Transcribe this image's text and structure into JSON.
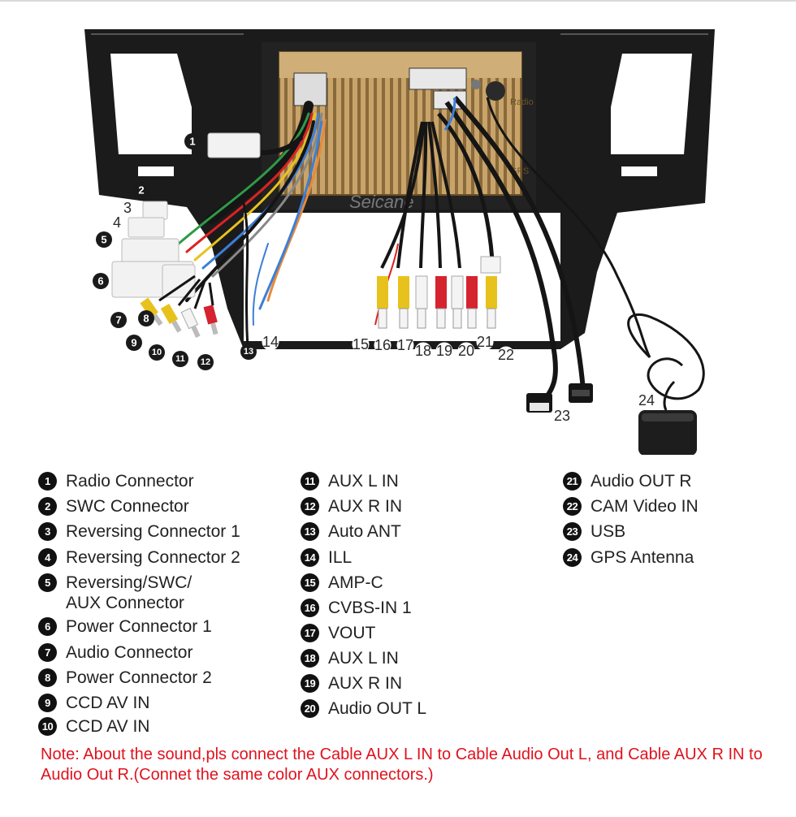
{
  "diagram": {
    "brand_watermark": "Seicane",
    "unit_labels": {
      "radio": "Radio",
      "gps": "GPS"
    },
    "markers": [
      "1",
      "2",
      "3",
      "4",
      "5",
      "6",
      "7",
      "8",
      "9",
      "10",
      "11",
      "12",
      "13",
      "14",
      "15",
      "16",
      "17",
      "18",
      "19",
      "20",
      "21",
      "22",
      "23",
      "24"
    ],
    "colors": {
      "frame": "#1b1b1b",
      "unit_body": "#c9a46a",
      "rca_red": "#d5232f",
      "rca_yellow": "#f2c200",
      "rca_white": "#f4f4f4",
      "wire_orange": "#e88a3a",
      "wire_blue": "#3d7fd6",
      "wire_green": "#2e9a47",
      "wire_red": "#d22",
      "wire_yellow": "#e8c21c",
      "wire_black": "#151515"
    }
  },
  "legend": {
    "col1": [
      {
        "num": "1",
        "label": "Radio Connector"
      },
      {
        "num": "2",
        "label": "SWC Connector"
      },
      {
        "num": "3",
        "label": "Reversing Connector 1"
      },
      {
        "num": "4",
        "label": "Reversing Connector 2"
      },
      {
        "num": "5",
        "label": "Reversing/SWC/\nAUX Connector"
      },
      {
        "num": "6",
        "label": "Power Connector 1"
      },
      {
        "num": "7",
        "label": "Audio Connector"
      },
      {
        "num": "8",
        "label": "Power Connector 2"
      },
      {
        "num": "9",
        "label": "CCD AV IN"
      },
      {
        "num": "10",
        "label": "CCD AV IN"
      }
    ],
    "col2": [
      {
        "num": "11",
        "label": "AUX L IN"
      },
      {
        "num": "12",
        "label": "AUX R IN"
      },
      {
        "num": "13",
        "label": "Auto ANT"
      },
      {
        "num": "14",
        "label": "ILL"
      },
      {
        "num": "15",
        "label": "AMP-C"
      },
      {
        "num": "16",
        "label": "CVBS-IN 1"
      },
      {
        "num": "17",
        "label": "VOUT"
      },
      {
        "num": "18",
        "label": "AUX L IN"
      },
      {
        "num": "19",
        "label": "AUX R IN"
      },
      {
        "num": "20",
        "label": "Audio OUT L"
      }
    ],
    "col3": [
      {
        "num": "21",
        "label": "Audio OUT R"
      },
      {
        "num": "22",
        "label": "CAM Video IN"
      },
      {
        "num": "23",
        "label": "USB"
      },
      {
        "num": "24",
        "label": "GPS Antenna"
      }
    ]
  },
  "note": "Note: About the sound,pls connect the Cable AUX L IN to Cable Audio Out L, and Cable AUX R IN to  Audio Out R.(Connet the same color AUX connectors.)"
}
